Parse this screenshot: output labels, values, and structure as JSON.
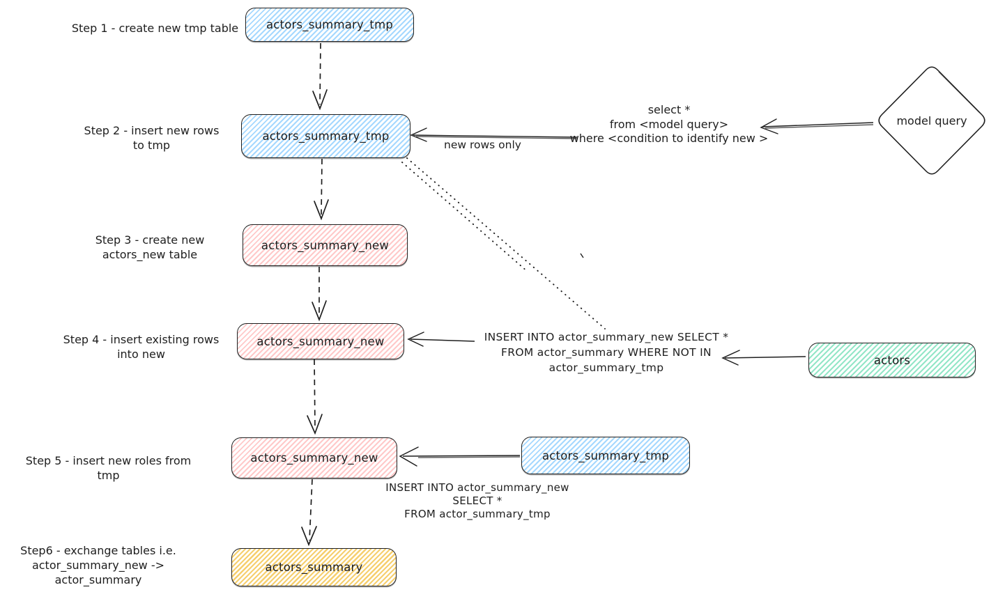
{
  "colors": {
    "stroke": "#1e1e1e",
    "blue_fill": "#a5d8ff",
    "red_fill": "#ffc9c9",
    "green_fill": "#93e6c7",
    "yellow_fill": "#f6cf6e",
    "background": "#ffffff"
  },
  "steps": [
    {
      "label_lines": [
        "Step 1 - create new tmp table"
      ],
      "node": "actors_summary_tmp"
    },
    {
      "label_lines": [
        "Step 2 - insert new rows",
        "to tmp"
      ],
      "node": "actors_summary_tmp"
    },
    {
      "label_lines": [
        "Step 3 - create new",
        "actors_new table"
      ],
      "node": "actors_summary_new"
    },
    {
      "label_lines": [
        "Step 4 - insert existing rows",
        "into new"
      ],
      "node": "actors_summary_new"
    },
    {
      "label_lines": [
        "Step 5 - insert new roles from tmp"
      ],
      "node": "actors_summary_new"
    },
    {
      "label_lines": [
        "Step6 - exchange tables i.e.",
        "actor_summary_new -> actor_summary"
      ],
      "node": "actors_summary"
    }
  ],
  "side_nodes": {
    "model_query": "model query",
    "actors": "actors",
    "tmp_source": "actors_summary_tmp"
  },
  "annotations": {
    "model_select_lines": [
      "select *",
      "from <model query>",
      "where <condition to identify new >"
    ],
    "new_rows_only": "new rows only",
    "insert_existing_lines": [
      "INSERT INTO actor_summary_new SELECT *",
      "FROM actor_summary WHERE NOT IN",
      "actor_summary_tmp"
    ],
    "insert_from_tmp_lines": [
      "INSERT INTO actor_summary_new",
      "SELECT *",
      "FROM actor_summary_tmp"
    ]
  }
}
